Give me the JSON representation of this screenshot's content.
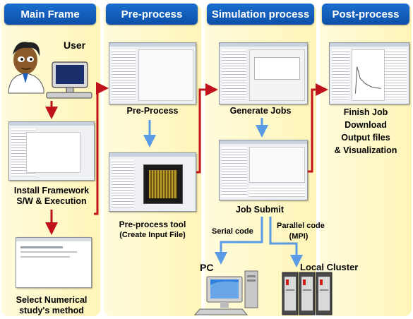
{
  "columns": [
    {
      "title": "Main Frame"
    },
    {
      "title": "Pre-process"
    },
    {
      "title": "Simulation process"
    },
    {
      "title": "Post-process"
    }
  ],
  "main_frame": {
    "user_label": "User",
    "install_line1": "Install Framework",
    "install_line2": "S/W & Execution",
    "select_line1": "Select Numerical",
    "select_line2": "study's method"
  },
  "pre_process": {
    "step1_label": "Pre-Process",
    "tool_line1": "Pre-process tool",
    "tool_line2": "(Create Input File)"
  },
  "simulation": {
    "generate_label": "Generate Jobs",
    "submit_label": "Job Submit",
    "serial_label": "Serial code",
    "parallel_line1": "Parallel code",
    "parallel_line2": "(MPI)",
    "pc_label": "PC",
    "cluster_label": "Local Cluster"
  },
  "post_process": {
    "line1": "Finish Job",
    "line2": "Download",
    "line3": "Output files",
    "line4": "& Visualization"
  },
  "colors": {
    "header_blue": "#0d4fa8",
    "column_fill": "#fff6c0",
    "red_arrow": "#c0121b",
    "blue_arrow": "#5b9be6"
  }
}
